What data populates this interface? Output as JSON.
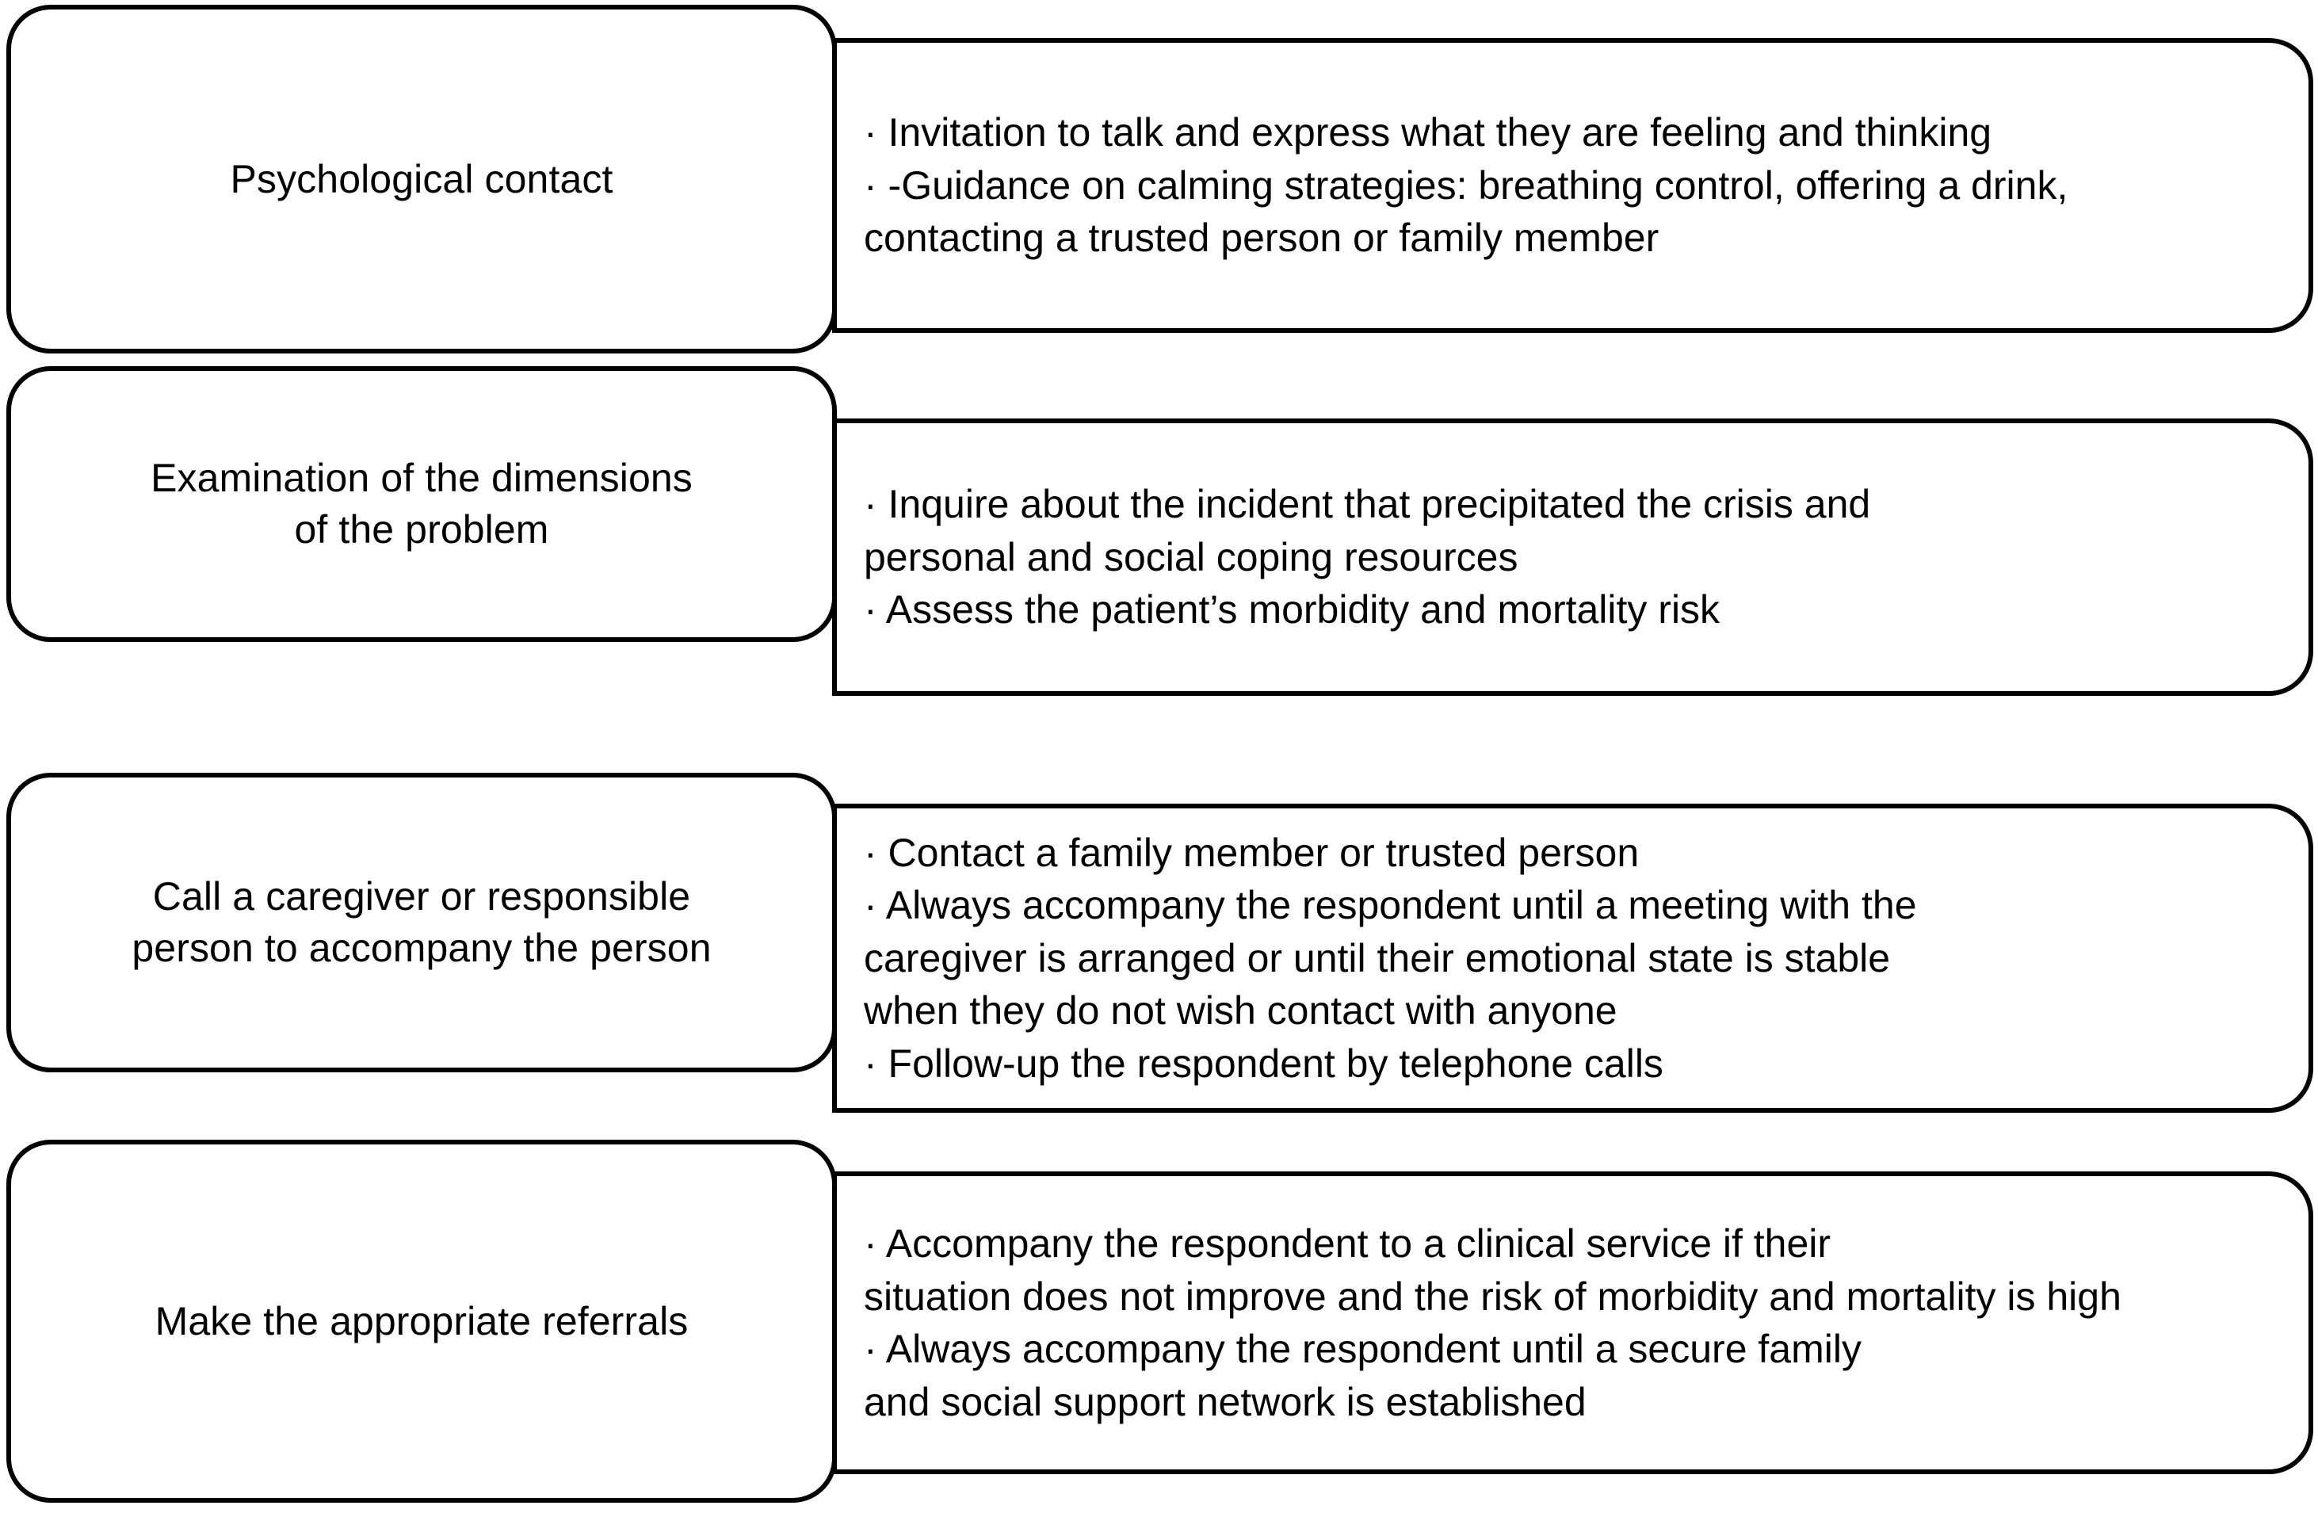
{
  "figure": {
    "title": "Crisis intervention steps flow chart",
    "background_color": "#ffffff",
    "line_color": "#000000",
    "text_color": "#000000"
  },
  "rows": [
    {
      "label": "Psychological contact",
      "details": "· Invitation to talk and express what they are feeling and thinking\n· -Guidance on calming strategies: breathing control, offering a drink,\ncontacting a trusted person or family member"
    },
    {
      "label": "Examination of the dimensions\nof the problem",
      "details": "· Inquire about the incident that precipitated the crisis and\npersonal and social coping resources\n· Assess the patient’s morbidity and mortality risk"
    },
    {
      "label": "Call a caregiver or responsible\nperson to accompany the person",
      "details": "· Contact a family member or trusted person\n· Always accompany the respondent until a meeting with the\ncaregiver is arranged or until their emotional state is stable\nwhen they do not wish contact with anyone\n· Follow-up the respondent by telephone calls"
    },
    {
      "label": "Make the appropriate referrals",
      "details": "· Accompany the respondent to a clinical service if their\nsituation does not improve and the risk of morbidity and mortality is high\n· Always accompany the respondent until a secure family\nand social support network is established"
    }
  ]
}
